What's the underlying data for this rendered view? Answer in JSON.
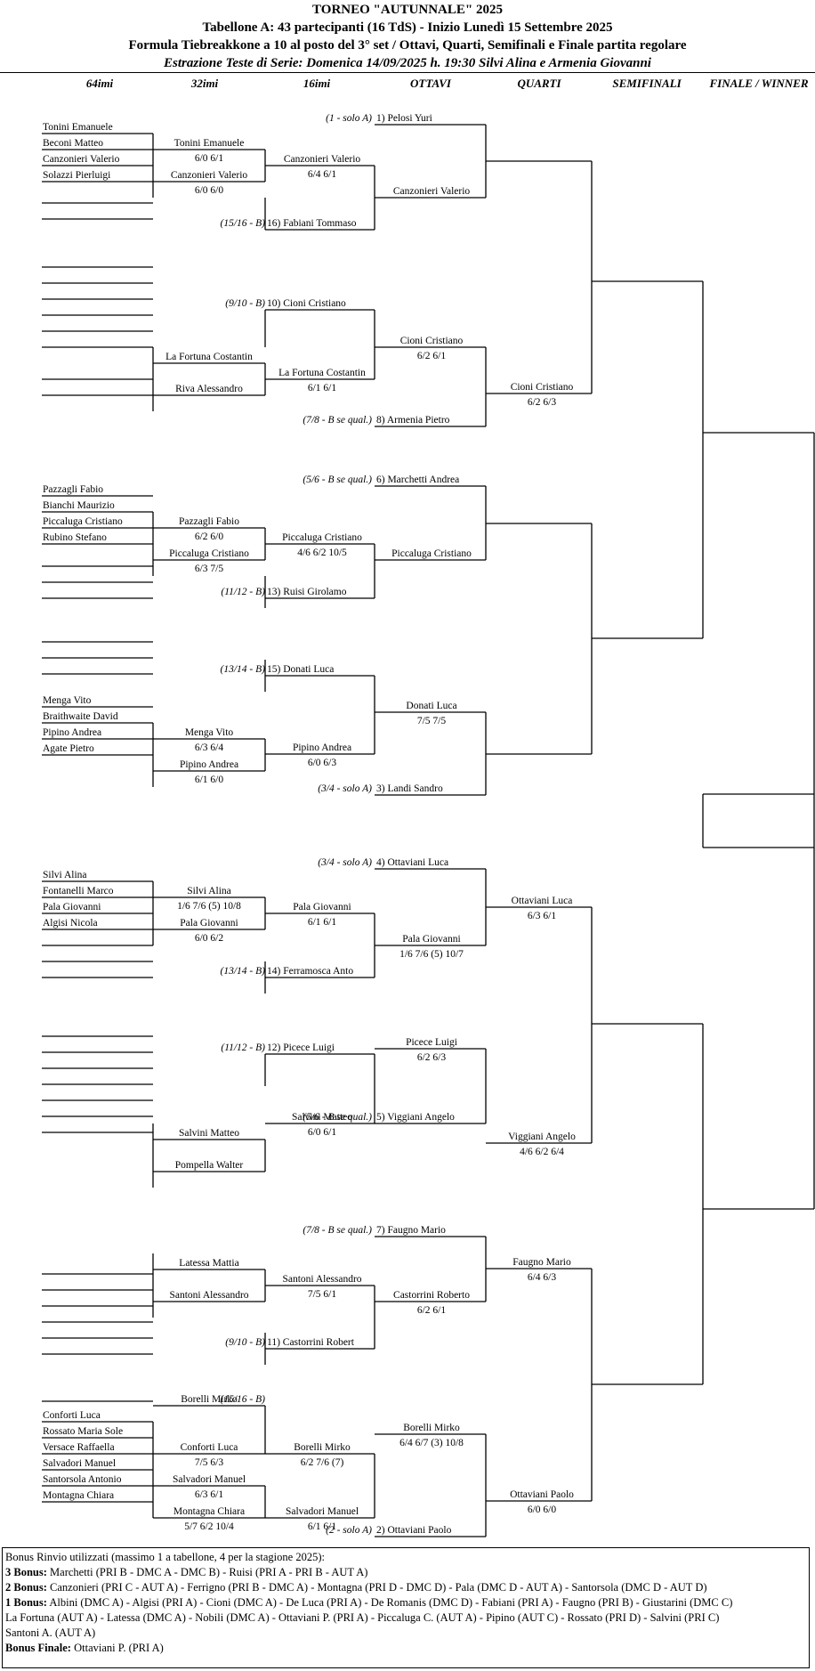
{
  "header": {
    "title": "TORNEO  \"AUTUNNALE\" 2025",
    "line2": "Tabellone A: 43 partecipanti (16 TdS) - Inizio Lunedì 15 Settembre 2025",
    "line3": "Formula Tiebreakkone a 10 al posto del 3° set / Ottavi, Quarti, Semifinali e Finale partita regolare",
    "line4": "Estrazione Teste di Serie: Domenica 14/09/2025 h. 19:30 Silvi Alina e Armenia Giovanni"
  },
  "columns": [
    "64imi",
    "32imi",
    "16imi",
    "OTTAVI",
    "QUARTI",
    "SEMIFINALI",
    "FINALE / WINNER"
  ],
  "rounds": {
    "r64": [
      "Tonini Emanuele",
      "Beconi Matteo",
      "Canzonieri Valerio",
      "Solazzi Pierluigi",
      "Pazzagli Fabio",
      "Bianchi Maurizio",
      "Piccaluga Cristiano",
      "Rubino Stefano",
      "Menga Vito",
      "Braithwaite David",
      "Pipino Andrea",
      "Agate Pietro",
      "Silvi Alina",
      "Fontanelli Marco",
      "Pala Giovanni",
      "Algisi Nicola",
      "Conforti Luca",
      "Rossato Maria Sole",
      "Versace Raffaella",
      "Salvadori Manuel",
      "Santorsola Antonio",
      "Montagna Chiara"
    ],
    "r32": [
      {
        "name": "Tonini Emanuele",
        "score": "6/0  6/1"
      },
      {
        "name": "Canzonieri Valerio",
        "score": "6/0  6/0"
      },
      {
        "name": "La Fortuna Costantin",
        "score": ""
      },
      {
        "name": "Riva Alessandro",
        "score": ""
      },
      {
        "name": "Pazzagli Fabio",
        "score": "6/2  6/0"
      },
      {
        "name": "Piccaluga Cristiano",
        "score": "6/3  7/5"
      },
      {
        "name": "Menga Vito",
        "score": "6/3  6/4"
      },
      {
        "name": "Pipino Andrea",
        "score": "6/1  6/0"
      },
      {
        "name": "Silvi Alina",
        "score": "1/6  7/6 (5)  10/8"
      },
      {
        "name": "Pala Giovanni",
        "score": "6/0  6/2"
      },
      {
        "name": "Salvini Matteo",
        "score": ""
      },
      {
        "name": "Pompella Walter",
        "score": ""
      },
      {
        "name": "Latessa Mattia",
        "score": ""
      },
      {
        "name": "Santoni Alessandro",
        "score": ""
      },
      {
        "name": "Borelli Mirko",
        "score": ""
      },
      {
        "name": "Conforti Luca",
        "score": "7/5  6/3"
      },
      {
        "name": "Salvadori Manuel",
        "score": "6/3  6/1"
      },
      {
        "name": "Montagna Chiara",
        "score": "5/7  6/2  10/4"
      }
    ],
    "r16": [
      {
        "name": "Canzonieri Valerio",
        "score": "6/4  6/1"
      },
      {
        "name": "16) Fabiani Tommaso",
        "seed": "(15/16 - B)"
      },
      {
        "name": "10) Cioni Cristiano",
        "seed": "(9/10 - B)"
      },
      {
        "name": "La Fortuna Costantin",
        "score": "6/1  6/1"
      },
      {
        "name": "Piccaluga Cristiano",
        "score": "4/6  6/2  10/5"
      },
      {
        "name": "13) Ruisi Girolamo",
        "seed": "(11/12 - B)"
      },
      {
        "name": "15) Donati Luca",
        "seed": "(13/14 - B)"
      },
      {
        "name": "Pipino Andrea",
        "score": "6/0  6/3"
      },
      {
        "name": "Pala Giovanni",
        "score": "6/1  6/1"
      },
      {
        "name": "14) Ferramosca Anto",
        "seed": "(13/14 - B)"
      },
      {
        "name": "12) Picece Luigi",
        "seed": "(11/12 - B)"
      },
      {
        "name": "Salvini Matteo",
        "score": "6/0  6/1"
      },
      {
        "name": "Santoni Alessandro",
        "score": "7/5  6/1"
      },
      {
        "name": "11) Castorrini Robert",
        "seed": "(9/10 - B)"
      },
      {
        "name": "Borelli Mirko",
        "score": "6/2  7/6 (7)"
      },
      {
        "name": "Salvadori Manuel",
        "score": "6/1  6/1"
      }
    ],
    "ottavi": [
      {
        "name": "1) Pelosi Yuri",
        "seed": "(1 - solo A)"
      },
      {
        "name": "Canzonieri Valerio",
        "score": ""
      },
      {
        "name": "Cioni Cristiano",
        "score": "6/2  6/1"
      },
      {
        "name": "8) Armenia Pietro",
        "seed": "(7/8 - B se qual.)"
      },
      {
        "name": "6) Marchetti Andrea",
        "seed": "(5/6 - B se qual.)"
      },
      {
        "name": "Piccaluga Cristiano",
        "score": ""
      },
      {
        "name": "Donati Luca",
        "score": "7/5  7/5"
      },
      {
        "name": "3) Landi Sandro",
        "seed": "(3/4 - solo A)"
      },
      {
        "name": "4) Ottaviani Luca",
        "seed": "(3/4 - solo A)"
      },
      {
        "name": "Pala Giovanni",
        "score": "1/6  7/6 (5)  10/7"
      },
      {
        "name": "Picece Luigi",
        "score": "6/2  6/3"
      },
      {
        "name": "5) Viggiani Angelo",
        "seed": "(5/6 - B se qual.)"
      },
      {
        "name": "7) Faugno Mario",
        "seed": "(7/8 - B se qual.)"
      },
      {
        "name": "Castorrini Roberto",
        "score": "6/2  6/1"
      },
      {
        "name": "Borelli Mirko",
        "score": "6/4  6/7 (3)  10/8"
      },
      {
        "name": "2) Ottaviani Paolo",
        "seed": "(2 - solo A)"
      }
    ],
    "quarti": [
      {
        "name": "",
        "score": ""
      },
      {
        "name": "Cioni Cristiano",
        "score": "6/2  6/3"
      },
      {
        "name": "",
        "score": ""
      },
      {
        "name": "",
        "score": ""
      },
      {
        "name": "Ottaviani Luca",
        "score": "6/3  6/1"
      },
      {
        "name": "Viggiani Angelo",
        "score": "4/6  6/2  6/4"
      },
      {
        "name": "Faugno Mario",
        "score": "6/4  6/3"
      },
      {
        "name": "Ottaviani Paolo",
        "score": "6/0  6/0"
      }
    ]
  },
  "extra_seed": "(15/16 - B)",
  "bonus": {
    "title": "Bonus Rinvio utilizzati (massimo 1 a tabellone, 4 per la stagione 2025):",
    "lines": [
      {
        "label": "3 Bonus:",
        "text": " Marchetti (PRI B - DMC A - DMC B) - Ruisi (PRI A - PRI B - AUT A)"
      },
      {
        "label": "2 Bonus:",
        "text": "  Canzonieri (PRI C - AUT A) - Ferrigno (PRI B - DMC A) - Montagna (PRI D - DMC D) - Pala (DMC D - AUT A)  -  Santorsola (DMC D - AUT D)"
      },
      {
        "label": "1 Bonus:",
        "text": " Albini (DMC A) - Algisi (PRI A) - Cioni (DMC A) - De Luca (PRI A) - De Romanis (DMC D) - Fabiani (PRI A) - Faugno (PRI B)  - Giustarini (DMC C)"
      },
      {
        "label": "",
        "text": "La Fortuna (AUT A) - Latessa (DMC A) - Nobili (DMC A) - Ottaviani P. (PRI A) - Piccaluga C. (AUT A) - Pipino (AUT C) - Rossato (PRI D) - Salvini (PRI C)"
      },
      {
        "label": "",
        "text": "Santoni A. (AUT A)"
      },
      {
        "label": "Bonus Finale:",
        "text": " Ottaviani P. (PRI A)"
      }
    ]
  }
}
